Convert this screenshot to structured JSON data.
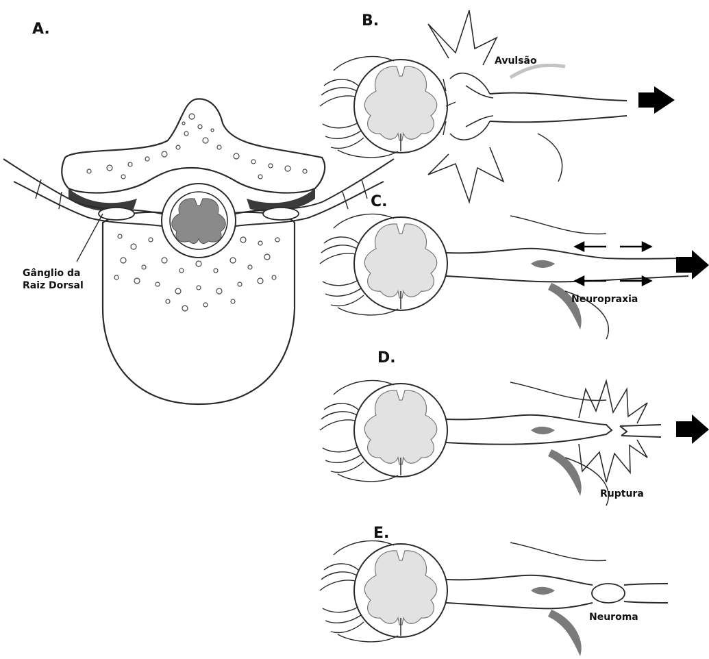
{
  "panels": {
    "a": {
      "letter": "A.",
      "label_line1": "Gânglio da",
      "label_line2": "Raiz Dorsal"
    },
    "b": {
      "letter": "B.",
      "label": "Avulsão"
    },
    "c": {
      "letter": "C.",
      "label": "Neuropraxia"
    },
    "d": {
      "letter": "D.",
      "label": "Ruptura"
    },
    "e": {
      "letter": "E.",
      "label": "Neuroma"
    }
  },
  "colors": {
    "line": "#2a2a2a",
    "gray_matter": "#e2e2e2",
    "ganglion": "#7a7a7a",
    "arrow": "#000000",
    "bone": "#ffffff"
  }
}
